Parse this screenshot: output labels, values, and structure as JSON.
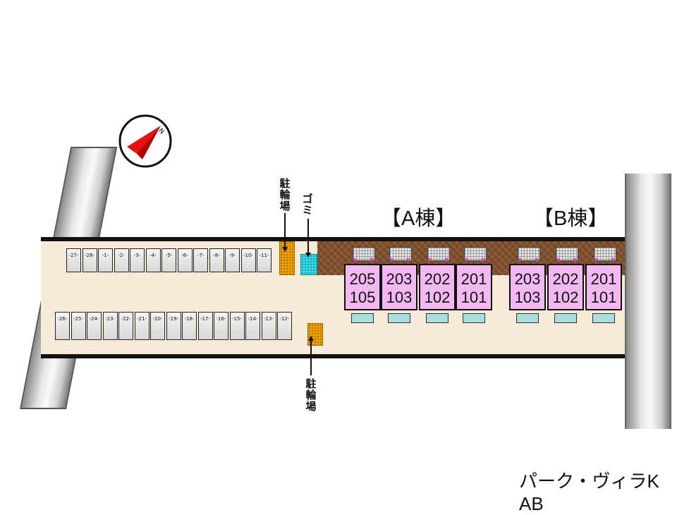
{
  "compass": {
    "label": "N",
    "icon": "north-compass-icon"
  },
  "parking_top": [
    "-27-",
    "-28-",
    "-1-",
    "-2-",
    "-3-",
    "-4-",
    "-5-",
    "-6-",
    "-7-",
    "-8-",
    "-9-",
    "-10-",
    "-11-"
  ],
  "parking_bottom": [
    "-26-",
    "-25-",
    "-24-",
    "-23-",
    "-22-",
    "-21-",
    "-20-",
    "-19-",
    "-18-",
    "-17-",
    "-16-",
    "-15-",
    "-14-",
    "-13-",
    "-12-"
  ],
  "labels": {
    "bike_top": "駐\n輪\n場",
    "trash": "ゴ\nミ",
    "bike_bottom": "駐\n輪\n場"
  },
  "wings": {
    "a": "【A棟】",
    "b": "【B棟】"
  },
  "units_a": [
    {
      "upper": "205",
      "lower": "105"
    },
    {
      "upper": "203",
      "lower": "103"
    },
    {
      "upper": "202",
      "lower": "102"
    },
    {
      "upper": "201",
      "lower": "101"
    }
  ],
  "units_b": [
    {
      "upper": "203",
      "lower": "103"
    },
    {
      "upper": "202",
      "lower": "102"
    },
    {
      "upper": "201",
      "lower": "101"
    }
  ],
  "property_name": "パーク・ヴィラK　AB",
  "colors": {
    "unit_fill": "#f2b8f2",
    "garden": "#8b5a34",
    "bike_parking": "#e8a000",
    "trash": "#38d6e6",
    "ground": "#f7ead8"
  }
}
